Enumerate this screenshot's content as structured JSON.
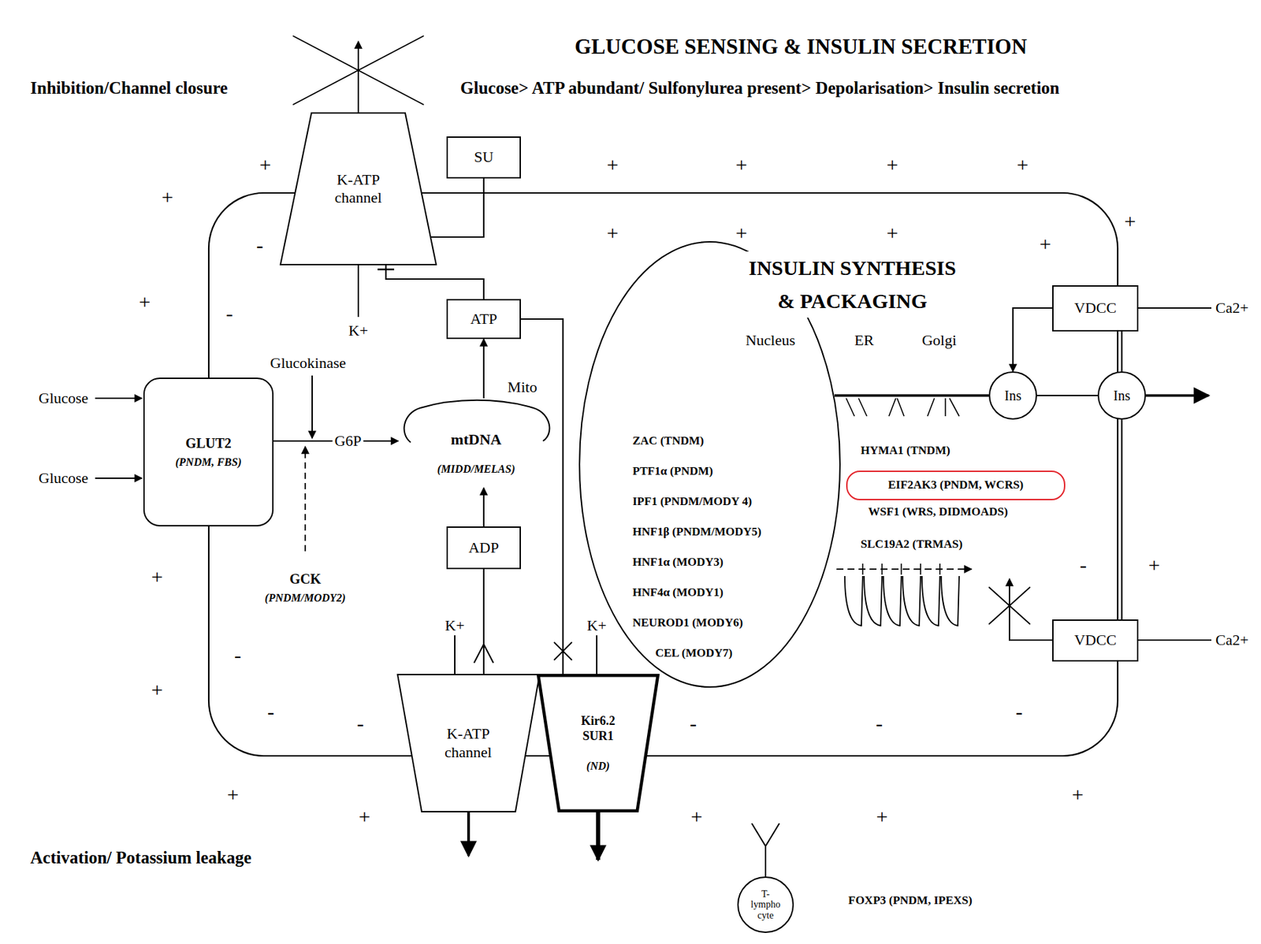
{
  "diagram": {
    "title": "GLUCOSE SENSING & INSULIN SECRETION",
    "nodes": [
      {
        "text": [
          "K-ATP channel"
        ]
      },
      {
        "text": [
          "SU"
        ]
      },
      {
        "text": [
          "ATP"
        ]
      },
      {
        "text": [
          "GLUT2",
          "(PNDM, FBS)"
        ]
      },
      {
        "text": [
          "Mito",
          "mtDNA",
          "(MIDD/MELAS)"
        ]
      },
      {
        "text": [
          "ADP"
        ]
      },
      {
        "text": [
          "Nucleus",
          "ZAC (TNDM)",
          "PTF1α (PNDM)",
          "IPF1 (PNDM/MODY 4)",
          "HNF1β (PNDM/MODY5)",
          "HNF1α (MODY3)",
          "HNF4α (MODY1)",
          "NEUROD1 (MODY6)",
          "CEL (MODY7)"
        ]
      },
      {
        "text": [
          "VDCC"
        ]
      },
      {
        "text": [
          "Ins"
        ]
      },
      {
        "text": [
          "Ins"
        ]
      },
      {
        "text": [
          "EIF2AK3 (PNDM, WCRS)"
        ]
      },
      {
        "text": [
          "VDCC"
        ]
      },
      {
        "text": [
          "K-ATP channel"
        ]
      },
      {
        "text": [
          "Kir6.2 SUR1",
          "(ND)"
        ]
      },
      {
        "text": [
          "T- lympho cyte"
        ]
      }
    ],
    "edges": [
      {
        "from": 3,
        "to": 4,
        "label": "G6P",
        "arrow": "to"
      },
      {
        "from": 4,
        "to": 2,
        "arrow": "to"
      },
      {
        "from": 5,
        "to": 4,
        "arrow": "to"
      },
      {
        "from": 2,
        "to": 0,
        "arrow": "none"
      },
      {
        "from": 1,
        "to": 0,
        "arrow": "none"
      },
      {
        "from": 2,
        "to": 13,
        "arrow": "none"
      },
      {
        "from": 5,
        "to": 12,
        "arrow": "none"
      },
      {
        "from": 7,
        "to": 8,
        "arrow": "to"
      },
      {
        "from": 8,
        "to": 9,
        "arrow": "none"
      },
      {
        "from": 7,
        "to": 9,
        "arrow": "none"
      },
      {
        "from": 9,
        "to": 11,
        "arrow": "none"
      }
    ],
    "labels": [
      "Inhibition/Channel closure",
      "Glucose> ATP abundant/ Sulfonylurea present> Depolarisation> Insulin secretion",
      "K+",
      "Glucokinase",
      "Glucose",
      "Glucose",
      "GCK",
      "(PNDM/MODY2)",
      "INSULIN SYNTHESIS & PACKAGING",
      "ER",
      "Golgi",
      "HYMA1 (TNDM)",
      "WSF1 (WRS, DIDMOADS)",
      "SLC19A2 (TRMAS)",
      "Ca2+",
      "Ca2+",
      "K+",
      "K+",
      "Activation/ Potassium leakage",
      "FOXP3 (PNDM, IPEXS)",
      "+",
      "+",
      "+",
      "+",
      "+",
      "+",
      "+",
      "+",
      "+",
      "+",
      "+",
      "+",
      "+",
      "+",
      "+",
      "+",
      "+",
      "+",
      "+",
      "+",
      "-",
      "-",
      "-",
      "-",
      "-",
      "-",
      "-",
      "-",
      "-"
    ]
  }
}
